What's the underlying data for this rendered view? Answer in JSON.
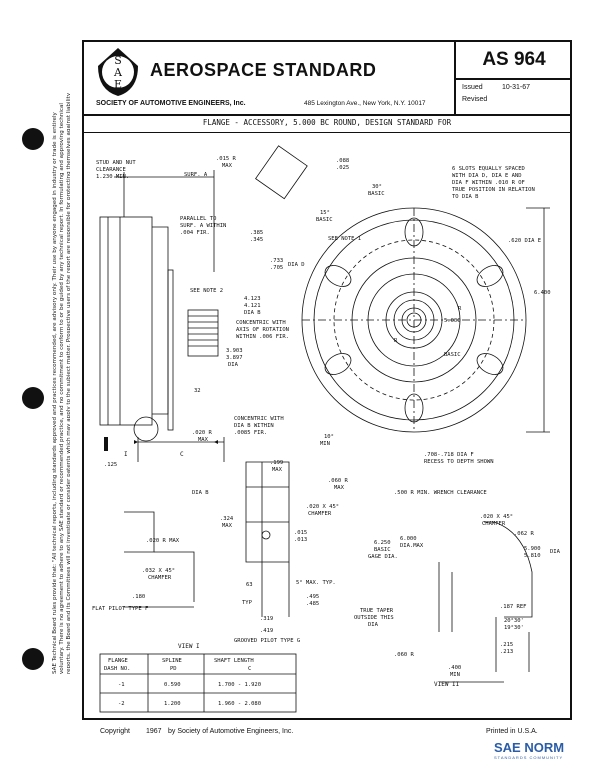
{
  "header": {
    "title": "AEROSPACE STANDARD",
    "society": "SOCIETY OF AUTOMOTIVE ENGINEERS, Inc.",
    "address": "485 Lexington Ave., New York, N.Y. 10017",
    "as_number": "AS 964",
    "issued_label": "Issued",
    "issued_value": "10-31-67",
    "revised_label": "Revised",
    "logo_letters": [
      "S",
      "A",
      "E"
    ]
  },
  "document_title": "FLANGE - ACCESSORY, 5.000 BC ROUND, DESIGN STANDARD FOR",
  "side_note": "SAE Technical Board rules provide that: \"All technical reports, including standards approved and practices recommended, are advisory only. Their use by anyone engaged in industry or trade is entirely voluntary. There is no agreement to adhere to any SAE standard or recommended practice, and no commitment to conform to or be guided by any technical report. In formulating and approving technical reports, the Board and its Committees will not investigate or consider patents which may apply to the subject matter. Prospective users of the report are responsible for protecting themselves against liability for infringement of patents.\"",
  "labels": {
    "stud_clearance": [
      "STUD AND NUT",
      "CLEARANCE",
      "1.230 MIN."
    ],
    "surf_a": "SURF. A",
    "d015": [
      ".015 R",
      "MAX"
    ],
    "d088": [
      ".088",
      ".025"
    ],
    "basic30": [
      "30°",
      "BASIC"
    ],
    "slots": [
      "6 SLOTS EQUALLY SPACED",
      "WITH DIA D, DIA E AND",
      "DIA F WITHIN .010 R OF",
      "TRUE POSITION IN RELATION",
      "TO DIA B"
    ],
    "basic15": [
      "15°",
      "BASIC"
    ],
    "parallel": [
      "PARALLEL TO",
      "SURF. A WITHIN",
      ".004 FIR."
    ],
    "d385": [
      ".385",
      ".345"
    ],
    "note1": "SEE NOTE 1",
    "dia_d": [
      ".733",
      ".705",
      "DIA D"
    ],
    "dia_e": ".620 DIA E",
    "d6400": "6.400",
    "note2": "SEE NOTE 2",
    "concentric": [
      "4.123",
      "4.121",
      "DIA B",
      "CONCENTRIC WITH",
      "AXIS OF ROTATION",
      "WITHIN .006 FIR."
    ],
    "d3903": [
      "3.903",
      "3.897",
      "DIA"
    ],
    "basic5": [
      "5.000",
      "BASIC"
    ],
    "r_labels": [
      "R",
      "R"
    ],
    "d32": "32",
    "concentric2": [
      "CONCENTRIC WITH",
      "DIA B WITHIN",
      ".0085 FIR."
    ],
    "d020max": [
      ".020 R",
      "MAX"
    ],
    "min10": [
      "10°",
      "MIN"
    ],
    "recess": [
      ".708-.718 DIA F",
      "RECESS TO DEPTH SHOWN"
    ],
    "letter_i": "I",
    "letter_c": "C",
    "d125": ".125",
    "d199": [
      ".199",
      "MAX"
    ],
    "clearance500": ".500 R MIN. WRENCH CLEARANCE",
    "dia_b": "DIA B",
    "d020max2": ".020 R MAX",
    "d324": [
      ".324",
      "MAX"
    ],
    "d060max": [
      ".060 R",
      "MAX"
    ],
    "d020x45": [
      ".020 X 45°",
      "CHAMFER"
    ],
    "d015_013": [
      ".015",
      ".013"
    ],
    "d032x45": [
      ".032 X 45°",
      "CHAMFER"
    ],
    "d180": ".180",
    "flat_pilot": "FLAT PILOT TYPE F",
    "d063": "63",
    "typ": "TYP",
    "d5max": "5° MAX. TYP.",
    "d495": [
      ".495",
      ".485"
    ],
    "d319": ".319",
    "d419": ".419",
    "grooved": "GROOVED PILOT TYPE G",
    "view_i": "VIEW I",
    "view_ii": "VIEW II",
    "d6250": [
      "6.250",
      "BASIC",
      "GAGE DIA."
    ],
    "d6000": [
      "6.000",
      "DIA.MAX"
    ],
    "d020x45b": [
      ".020 X 45°",
      "CHAMFER"
    ],
    "d062r": ".062 R",
    "d5900": [
      "5.900",
      "5.810",
      "DIA"
    ],
    "true_taper": [
      "TRUE TAPER",
      "OUTSIDE THIS",
      "DIA"
    ],
    "d187": ".187 REF",
    "d2030": [
      "20°30'",
      "19°30'"
    ],
    "d215": [
      ".215",
      ".213"
    ],
    "d060r": ".060 R",
    "d400": [
      ".400",
      "MIN"
    ]
  },
  "table": {
    "headers": [
      [
        "FLANGE",
        "DASH NO."
      ],
      [
        "SPLINE",
        "PD"
      ],
      [
        "SHAFT LENGTH",
        "C"
      ]
    ],
    "rows": [
      [
        "-1",
        "0.590",
        "1.700 - 1.920"
      ],
      [
        "-2",
        "1.200",
        "1.960 - 2.080"
      ]
    ]
  },
  "footer": {
    "copyright": "Copyright",
    "year": "1967",
    "by": "by Society of Automotive Engineers, Inc.",
    "printed": "Printed in U.S.A.",
    "watermark": "SAE NORM",
    "watermark_sub": "STANDARDS COMMUNITY"
  }
}
